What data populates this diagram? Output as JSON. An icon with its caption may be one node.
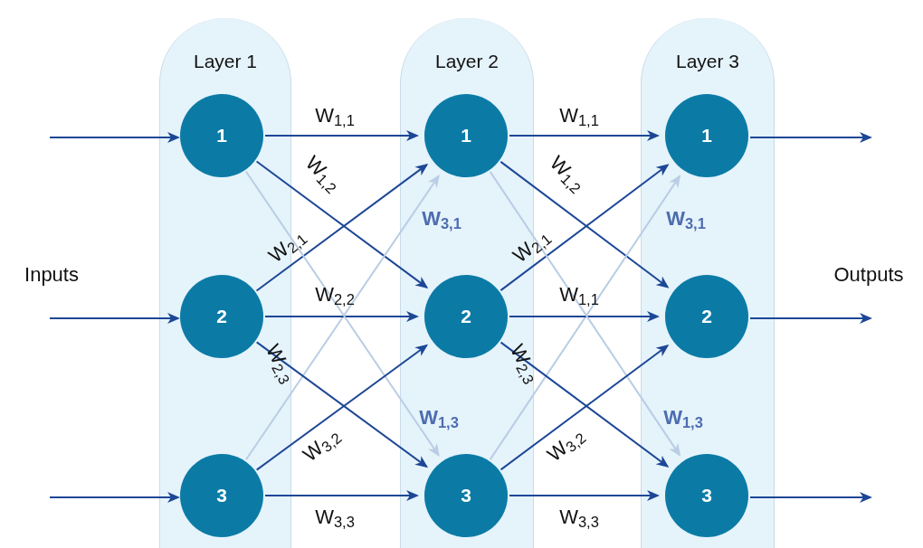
{
  "diagram": {
    "nodes": [
      {
        "text": [
          "Layer 1"
        ]
      },
      {
        "text": [
          "1"
        ],
        "in": 0
      },
      {
        "text": [
          "2"
        ],
        "in": 0
      },
      {
        "text": [
          "3"
        ],
        "in": 0
      },
      {
        "text": [
          "Layer 2"
        ]
      },
      {
        "text": [
          "1"
        ],
        "in": 4
      },
      {
        "text": [
          "2"
        ],
        "in": 4
      },
      {
        "text": [
          "3"
        ],
        "in": 4
      },
      {
        "text": [
          "Layer 3"
        ]
      },
      {
        "text": [
          "1"
        ],
        "in": 8
      },
      {
        "text": [
          "2"
        ],
        "in": 8
      },
      {
        "text": [
          "3"
        ],
        "in": 8
      }
    ],
    "edges": [
      {
        "from": 1,
        "to": 5,
        "arrow": "to",
        "label": "W$_{1,1}$"
      },
      {
        "from": 1,
        "to": 6,
        "arrow": "to",
        "label": "W$_{1,2}$"
      },
      {
        "from": 2,
        "to": 5,
        "arrow": "to",
        "label": "W$_{2,1}$"
      },
      {
        "from": 3,
        "to": 5,
        "arrow": "to",
        "label": "W$_{3,1}$",
        "color": "#b9cde4"
      },
      {
        "from": 2,
        "to": 6,
        "arrow": "to",
        "label": "W$_{2,2}$"
      },
      {
        "from": 2,
        "to": 7,
        "arrow": "to",
        "label": "W$_{2,3}$"
      },
      {
        "from": 1,
        "to": 7,
        "arrow": "to",
        "label": "W$_{1,3}$",
        "color": "#b9cde4"
      },
      {
        "from": 3,
        "to": 6,
        "arrow": "to",
        "label": "W$_{3,2}$"
      },
      {
        "from": 3,
        "to": 7,
        "arrow": "to",
        "label": "W$_{3,3}$"
      },
      {
        "from": 5,
        "to": 9,
        "arrow": "to",
        "label": "W$_{1,1}$"
      },
      {
        "from": 5,
        "to": 10,
        "arrow": "to",
        "label": "W$_{1,2}$"
      },
      {
        "from": 6,
        "to": 9,
        "arrow": "to",
        "label": "W$_{2,1}$"
      },
      {
        "from": 7,
        "to": 9,
        "arrow": "to",
        "label": "W$_{3,1}$",
        "color": "#b9cde4"
      },
      {
        "from": 6,
        "to": 10,
        "arrow": "to",
        "label": "W$_{1,1}$"
      },
      {
        "from": 6,
        "to": 11,
        "arrow": "to",
        "label": "W$_{2,3}$"
      },
      {
        "from": 5,
        "to": 11,
        "arrow": "to",
        "label": "W$_{1,3}$",
        "color": "#b9cde4"
      },
      {
        "from": 7,
        "to": 10,
        "arrow": "to",
        "label": "W$_{3,2}$"
      },
      {
        "from": 7,
        "to": 11,
        "arrow": "to",
        "label": "W$_{3,3}$"
      },
      {
        "from": null,
        "to": 1,
        "arrow": "to"
      },
      {
        "from": null,
        "to": 2,
        "arrow": "to"
      },
      {
        "from": null,
        "to": 3,
        "arrow": "to"
      },
      {
        "from": 9,
        "to": null,
        "arrow": "to"
      },
      {
        "from": 10,
        "to": null,
        "arrow": "to"
      },
      {
        "from": 11,
        "to": null,
        "arrow": "to"
      }
    ],
    "labels": [
      "Inputs",
      "Outputs"
    ]
  }
}
